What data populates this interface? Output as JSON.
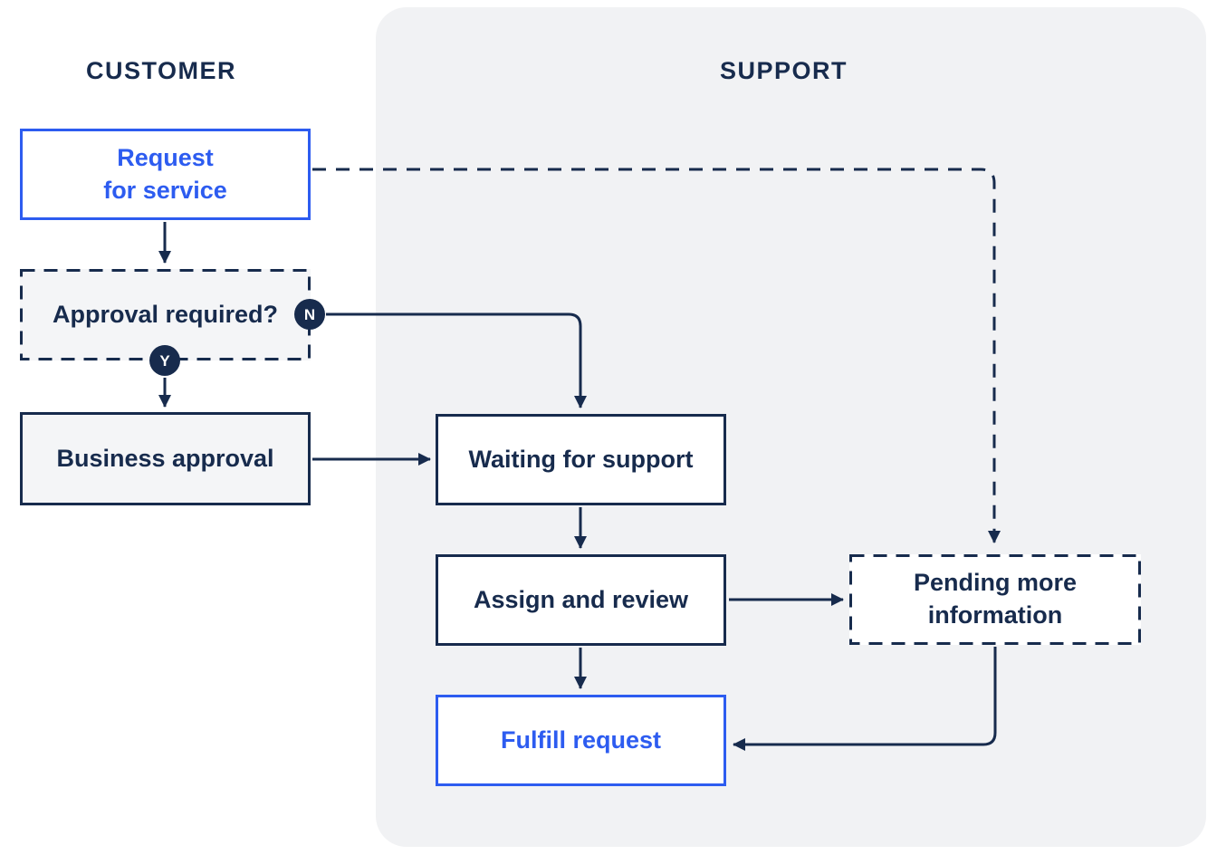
{
  "colors": {
    "navy": "#172B4D",
    "blue": "#2D5CF0",
    "panel_bg": "#F1F2F4",
    "box_fill": "#F4F5F7",
    "white": "#FFFFFF"
  },
  "lanes": {
    "customer": {
      "label": "CUSTOMER"
    },
    "support": {
      "label": "SUPPORT"
    }
  },
  "nodes": {
    "request": {
      "lines": [
        "Request",
        "for service"
      ],
      "style": "blue-outline"
    },
    "approval": {
      "label": "Approval required?",
      "style": "dashed-gray",
      "badge_no": "N",
      "badge_yes": "Y"
    },
    "business": {
      "label": "Business approval",
      "style": "solid-gray"
    },
    "waiting": {
      "label": "Waiting for support",
      "style": "solid-white"
    },
    "assign": {
      "label": "Assign and review",
      "style": "solid-white"
    },
    "fulfill": {
      "label": "Fulfill request",
      "style": "blue-outline"
    },
    "pending": {
      "lines": [
        "Pending more",
        "information"
      ],
      "style": "dashed-white"
    }
  },
  "edges": [
    {
      "from": "request",
      "to": "approval",
      "style": "solid"
    },
    {
      "from": "approval",
      "to": "waiting",
      "style": "solid",
      "label": "N"
    },
    {
      "from": "approval",
      "to": "business",
      "style": "solid",
      "label": "Y"
    },
    {
      "from": "business",
      "to": "waiting",
      "style": "solid"
    },
    {
      "from": "waiting",
      "to": "assign",
      "style": "solid"
    },
    {
      "from": "assign",
      "to": "pending",
      "style": "solid"
    },
    {
      "from": "assign",
      "to": "fulfill",
      "style": "solid"
    },
    {
      "from": "pending",
      "to": "fulfill",
      "style": "solid"
    },
    {
      "from": "request",
      "to": "pending",
      "style": "dashed"
    }
  ]
}
